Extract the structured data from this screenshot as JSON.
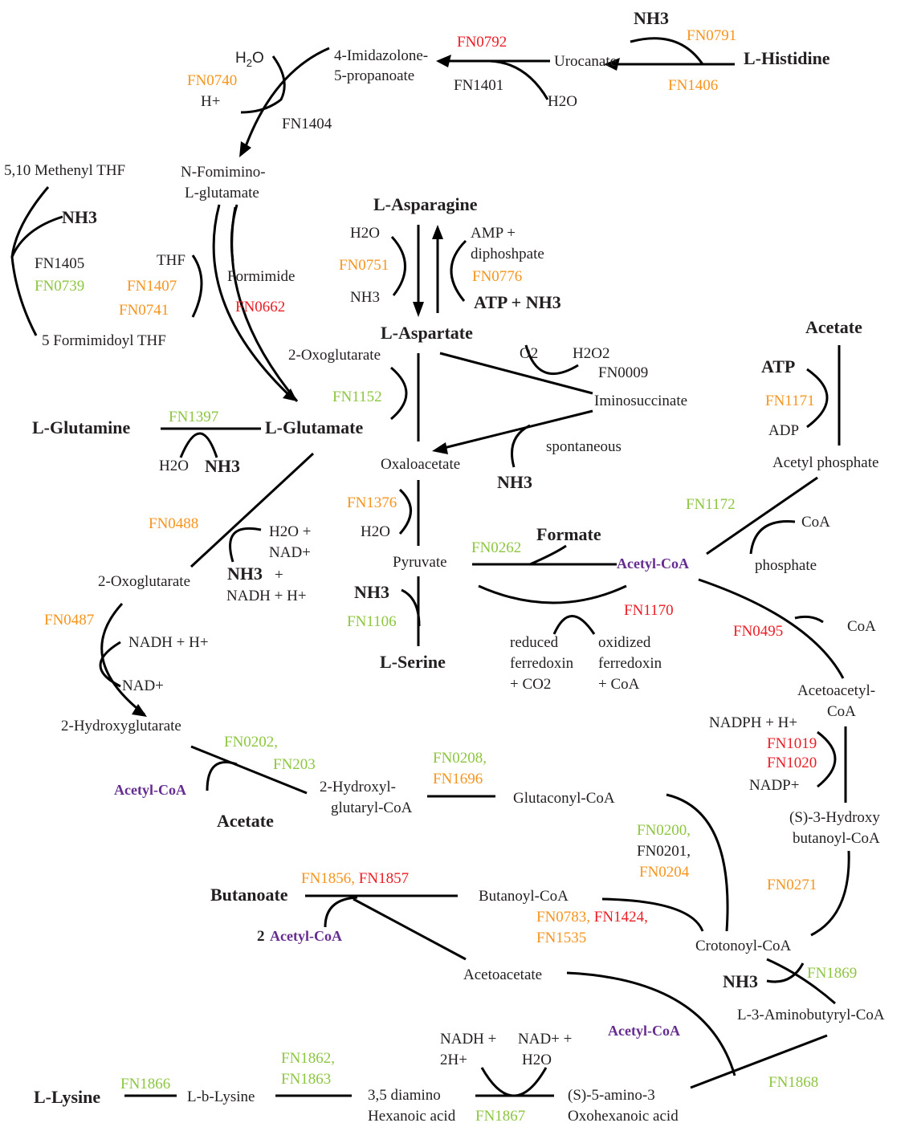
{
  "colors": {
    "black": "#231f20",
    "orange": "#f7941d",
    "red": "#ed1c24",
    "green": "#8dc63f",
    "purple": "#662d91"
  },
  "labels": [
    {
      "t": "NH3",
      "s": "b",
      "c": "c"
    },
    {
      "t": "FN0791",
      "s": "n",
      "c": "o"
    },
    {
      "t": "L-Histidine",
      "s": "b",
      "c": "c"
    },
    {
      "t": "FN0792",
      "s": "n",
      "c": "r"
    },
    {
      "t": "Urocanate",
      "s": "n",
      "c": "c"
    },
    {
      "t": "FN1406",
      "s": "n",
      "c": "o"
    },
    {
      "t": "4-Imidazolone-",
      "s": "n",
      "c": "c"
    },
    {
      "t": "5-propanoate",
      "s": "n",
      "c": "c"
    },
    {
      "t": "FN1401",
      "s": "n",
      "c": "c"
    },
    {
      "t": "H2O",
      "s": "n",
      "c": "c"
    },
    {
      "t": "FN0740",
      "s": "n",
      "c": "o"
    },
    {
      "t": "H+",
      "s": "n",
      "c": "c"
    },
    {
      "t": "FN1404",
      "s": "n",
      "c": "c"
    },
    {
      "t": "5,10 Methenyl THF",
      "s": "n",
      "c": "c"
    },
    {
      "t": "N-Fomimino-",
      "s": "n",
      "c": "c"
    },
    {
      "t": "L-glutamate",
      "s": "n",
      "c": "c"
    },
    {
      "t": "L-Asparagine",
      "s": "b",
      "c": "c"
    },
    {
      "t": "NH3",
      "s": "b",
      "c": "c"
    },
    {
      "t": "H2O",
      "s": "n",
      "c": "c"
    },
    {
      "t": "AMP +",
      "s": "n",
      "c": "c"
    },
    {
      "t": "diphoshpate",
      "s": "n",
      "c": "c"
    },
    {
      "t": "FN1405",
      "s": "n",
      "c": "c"
    },
    {
      "t": "THF",
      "s": "n",
      "c": "c"
    },
    {
      "t": "FN0751",
      "s": "n",
      "c": "o"
    },
    {
      "t": "FN0776",
      "s": "n",
      "c": "o"
    },
    {
      "t": "Formimide",
      "s": "n",
      "c": "c"
    },
    {
      "t": "FN0739",
      "s": "n",
      "c": "g"
    },
    {
      "t": "FN1407",
      "s": "n",
      "c": "o"
    },
    {
      "t": "FN0662",
      "s": "n",
      "c": "r"
    },
    {
      "t": "NH3",
      "s": "n",
      "c": "c"
    },
    {
      "t": "ATP + NH3",
      "s": "b",
      "c": "c"
    },
    {
      "t": "FN0741",
      "s": "n",
      "c": "o"
    },
    {
      "t": "L-Aspartate",
      "s": "b",
      "c": "c"
    },
    {
      "t": "Acetate",
      "s": "b",
      "c": "c"
    },
    {
      "t": "5 Formimidoyl THF",
      "s": "n",
      "c": "c"
    },
    {
      "t": "O2",
      "s": "n",
      "c": "c"
    },
    {
      "t": "H2O2",
      "s": "n",
      "c": "c"
    },
    {
      "t": "2-Oxoglutarate",
      "s": "n",
      "c": "c"
    },
    {
      "t": "FN0009",
      "s": "n",
      "c": "c"
    },
    {
      "t": "ATP",
      "s": "b",
      "c": "c"
    },
    {
      "t": "FN1152",
      "s": "n",
      "c": "g"
    },
    {
      "t": "Iminosuccinate",
      "s": "n",
      "c": "c"
    },
    {
      "t": "FN1171",
      "s": "n",
      "c": "o"
    },
    {
      "t": "FN1397",
      "s": "n",
      "c": "g"
    },
    {
      "t": "L-Glutamine",
      "s": "b",
      "c": "c"
    },
    {
      "t": "L-Glutamate",
      "s": "b",
      "c": "c"
    },
    {
      "t": "ADP",
      "s": "n",
      "c": "c"
    },
    {
      "t": "spontaneous",
      "s": "n",
      "c": "c"
    },
    {
      "t": "H2O",
      "s": "n",
      "c": "c"
    },
    {
      "t": "NH3",
      "s": "b",
      "c": "c"
    },
    {
      "t": "Oxaloacetate",
      "s": "n",
      "c": "c"
    },
    {
      "t": "Acetyl phosphate",
      "s": "n",
      "c": "c"
    },
    {
      "t": "NH3",
      "s": "b",
      "c": "c"
    },
    {
      "t": "FN1376",
      "s": "n",
      "c": "o"
    },
    {
      "t": "FN1172",
      "s": "n",
      "c": "g"
    },
    {
      "t": "FN0488",
      "s": "n",
      "c": "o"
    },
    {
      "t": "CoA",
      "s": "n",
      "c": "c"
    },
    {
      "t": "H2O +",
      "s": "n",
      "c": "c"
    },
    {
      "t": "H2O",
      "s": "n",
      "c": "c"
    },
    {
      "t": "Formate",
      "s": "b",
      "c": "c"
    },
    {
      "t": "NAD+",
      "s": "n",
      "c": "c"
    },
    {
      "t": "FN0262",
      "s": "n",
      "c": "g"
    },
    {
      "t": "Pyruvate",
      "s": "n",
      "c": "c"
    },
    {
      "t": "Acetyl-CoA",
      "s": "p",
      "c": "p"
    },
    {
      "t": "phosphate",
      "s": "n",
      "c": "c"
    },
    {
      "t": "2-Oxoglutarate",
      "s": "n",
      "c": "c"
    },
    {
      "t": "NH3",
      "s": "b",
      "c": "c"
    },
    {
      "t": "+",
      "s": "n",
      "c": "c"
    },
    {
      "t": "NADH + H+",
      "s": "n",
      "c": "c"
    },
    {
      "t": "NH3",
      "s": "b",
      "c": "c"
    },
    {
      "t": "FN1170",
      "s": "n",
      "c": "r"
    },
    {
      "t": "FN0487",
      "s": "n",
      "c": "o"
    },
    {
      "t": "FN1106",
      "s": "n",
      "c": "g"
    },
    {
      "t": "CoA",
      "s": "n",
      "c": "c"
    },
    {
      "t": "NADH + H+",
      "s": "n",
      "c": "c"
    },
    {
      "t": "FN0495",
      "s": "n",
      "c": "r"
    },
    {
      "t": "reduced",
      "s": "n",
      "c": "c"
    },
    {
      "t": "oxidized",
      "s": "n",
      "c": "c"
    },
    {
      "t": "L-Serine",
      "s": "b",
      "c": "c"
    },
    {
      "t": "ferredoxin",
      "s": "n",
      "c": "c"
    },
    {
      "t": "ferredoxin",
      "s": "n",
      "c": "c"
    },
    {
      "t": "NAD+",
      "s": "n",
      "c": "c"
    },
    {
      "t": "+ CO2",
      "s": "n",
      "c": "c"
    },
    {
      "t": "+ CoA",
      "s": "n",
      "c": "c"
    },
    {
      "t": "Acetoacetyl-",
      "s": "n",
      "c": "c"
    },
    {
      "t": "CoA",
      "s": "n",
      "c": "c"
    },
    {
      "t": "NADPH + H+",
      "s": "n",
      "c": "c"
    },
    {
      "t": "2-Hydroxyglutarate",
      "s": "n",
      "c": "c"
    },
    {
      "t": "FN0202,",
      "s": "n",
      "c": "g"
    },
    {
      "t": "FN1019",
      "s": "n",
      "c": "r"
    },
    {
      "t": "FN0208,",
      "s": "n",
      "c": "g"
    },
    {
      "t": "FN1020",
      "s": "n",
      "c": "r"
    },
    {
      "t": "FN203",
      "s": "n",
      "c": "g"
    },
    {
      "t": "2-Hydroxyl-",
      "s": "n",
      "c": "c"
    },
    {
      "t": "FN1696",
      "s": "n",
      "c": "o"
    },
    {
      "t": "NADP+",
      "s": "n",
      "c": "c"
    },
    {
      "t": "Acetyl-CoA",
      "s": "p",
      "c": "p"
    },
    {
      "t": "Glutaconyl-CoA",
      "s": "n",
      "c": "c"
    },
    {
      "t": "glutaryl-CoA",
      "s": "n",
      "c": "c"
    },
    {
      "t": "Acetate",
      "s": "b",
      "c": "c"
    },
    {
      "t": "(S)-3-Hydroxy",
      "s": "n",
      "c": "c"
    },
    {
      "t": "FN0200,",
      "s": "n",
      "c": "g"
    },
    {
      "t": "butanoyl-CoA",
      "s": "n",
      "c": "c"
    },
    {
      "t": "FN0201,",
      "s": "n",
      "c": "c"
    },
    {
      "t": "FN0204",
      "s": "n",
      "c": "o"
    },
    {
      "t": "FN0271",
      "s": "n",
      "c": "o"
    },
    {
      "t": "Butanoate",
      "s": "b",
      "c": "c"
    },
    {
      "t": "Butanoyl-CoA",
      "s": "n",
      "c": "c"
    },
    {
      "t": "2",
      "s": "n",
      "c": "c"
    },
    {
      "t": "Acetyl-CoA",
      "s": "p",
      "c": "p"
    },
    {
      "t": "FN1535",
      "s": "n",
      "c": "o"
    },
    {
      "t": "Crotonoyl-CoA",
      "s": "n",
      "c": "c"
    },
    {
      "t": "Acetoacetate",
      "s": "n",
      "c": "c"
    },
    {
      "t": "NH3",
      "s": "b",
      "c": "c"
    },
    {
      "t": "FN1869",
      "s": "n",
      "c": "g"
    },
    {
      "t": "L-3-Aminobutyryl-CoA",
      "s": "n",
      "c": "c"
    },
    {
      "t": "NADH +",
      "s": "n",
      "c": "c"
    },
    {
      "t": "NAD+ +",
      "s": "n",
      "c": "c"
    },
    {
      "t": "Acetyl-CoA",
      "s": "p",
      "c": "p"
    },
    {
      "t": "FN1862,",
      "s": "n",
      "c": "g"
    },
    {
      "t": "2H+",
      "s": "n",
      "c": "c"
    },
    {
      "t": "H2O",
      "s": "n",
      "c": "c"
    },
    {
      "t": "FN1866",
      "s": "n",
      "c": "g"
    },
    {
      "t": "FN1863",
      "s": "n",
      "c": "g"
    },
    {
      "t": "FN1868",
      "s": "n",
      "c": "g"
    },
    {
      "t": "L-Lysine",
      "s": "b",
      "c": "c"
    },
    {
      "t": "L-b-Lysine",
      "s": "n",
      "c": "c"
    },
    {
      "t": "3,5 diamino",
      "s": "n",
      "c": "c"
    },
    {
      "t": "(S)-5-amino-3",
      "s": "n",
      "c": "c"
    },
    {
      "t": "Hexanoic acid",
      "s": "n",
      "c": "c"
    },
    {
      "t": "FN1867",
      "s": "n",
      "c": "g"
    },
    {
      "t": "Oxohexanoic acid",
      "s": "n",
      "c": "c"
    }
  ],
  "split_labels": [
    [
      {
        "t": "FN1856, ",
        "c": "o"
      },
      {
        "t": "FN1857",
        "c": "r"
      }
    ],
    [
      {
        "t": "FN0783, ",
        "c": "o"
      },
      {
        "t": "FN1424,",
        "c": "r"
      }
    ]
  ]
}
